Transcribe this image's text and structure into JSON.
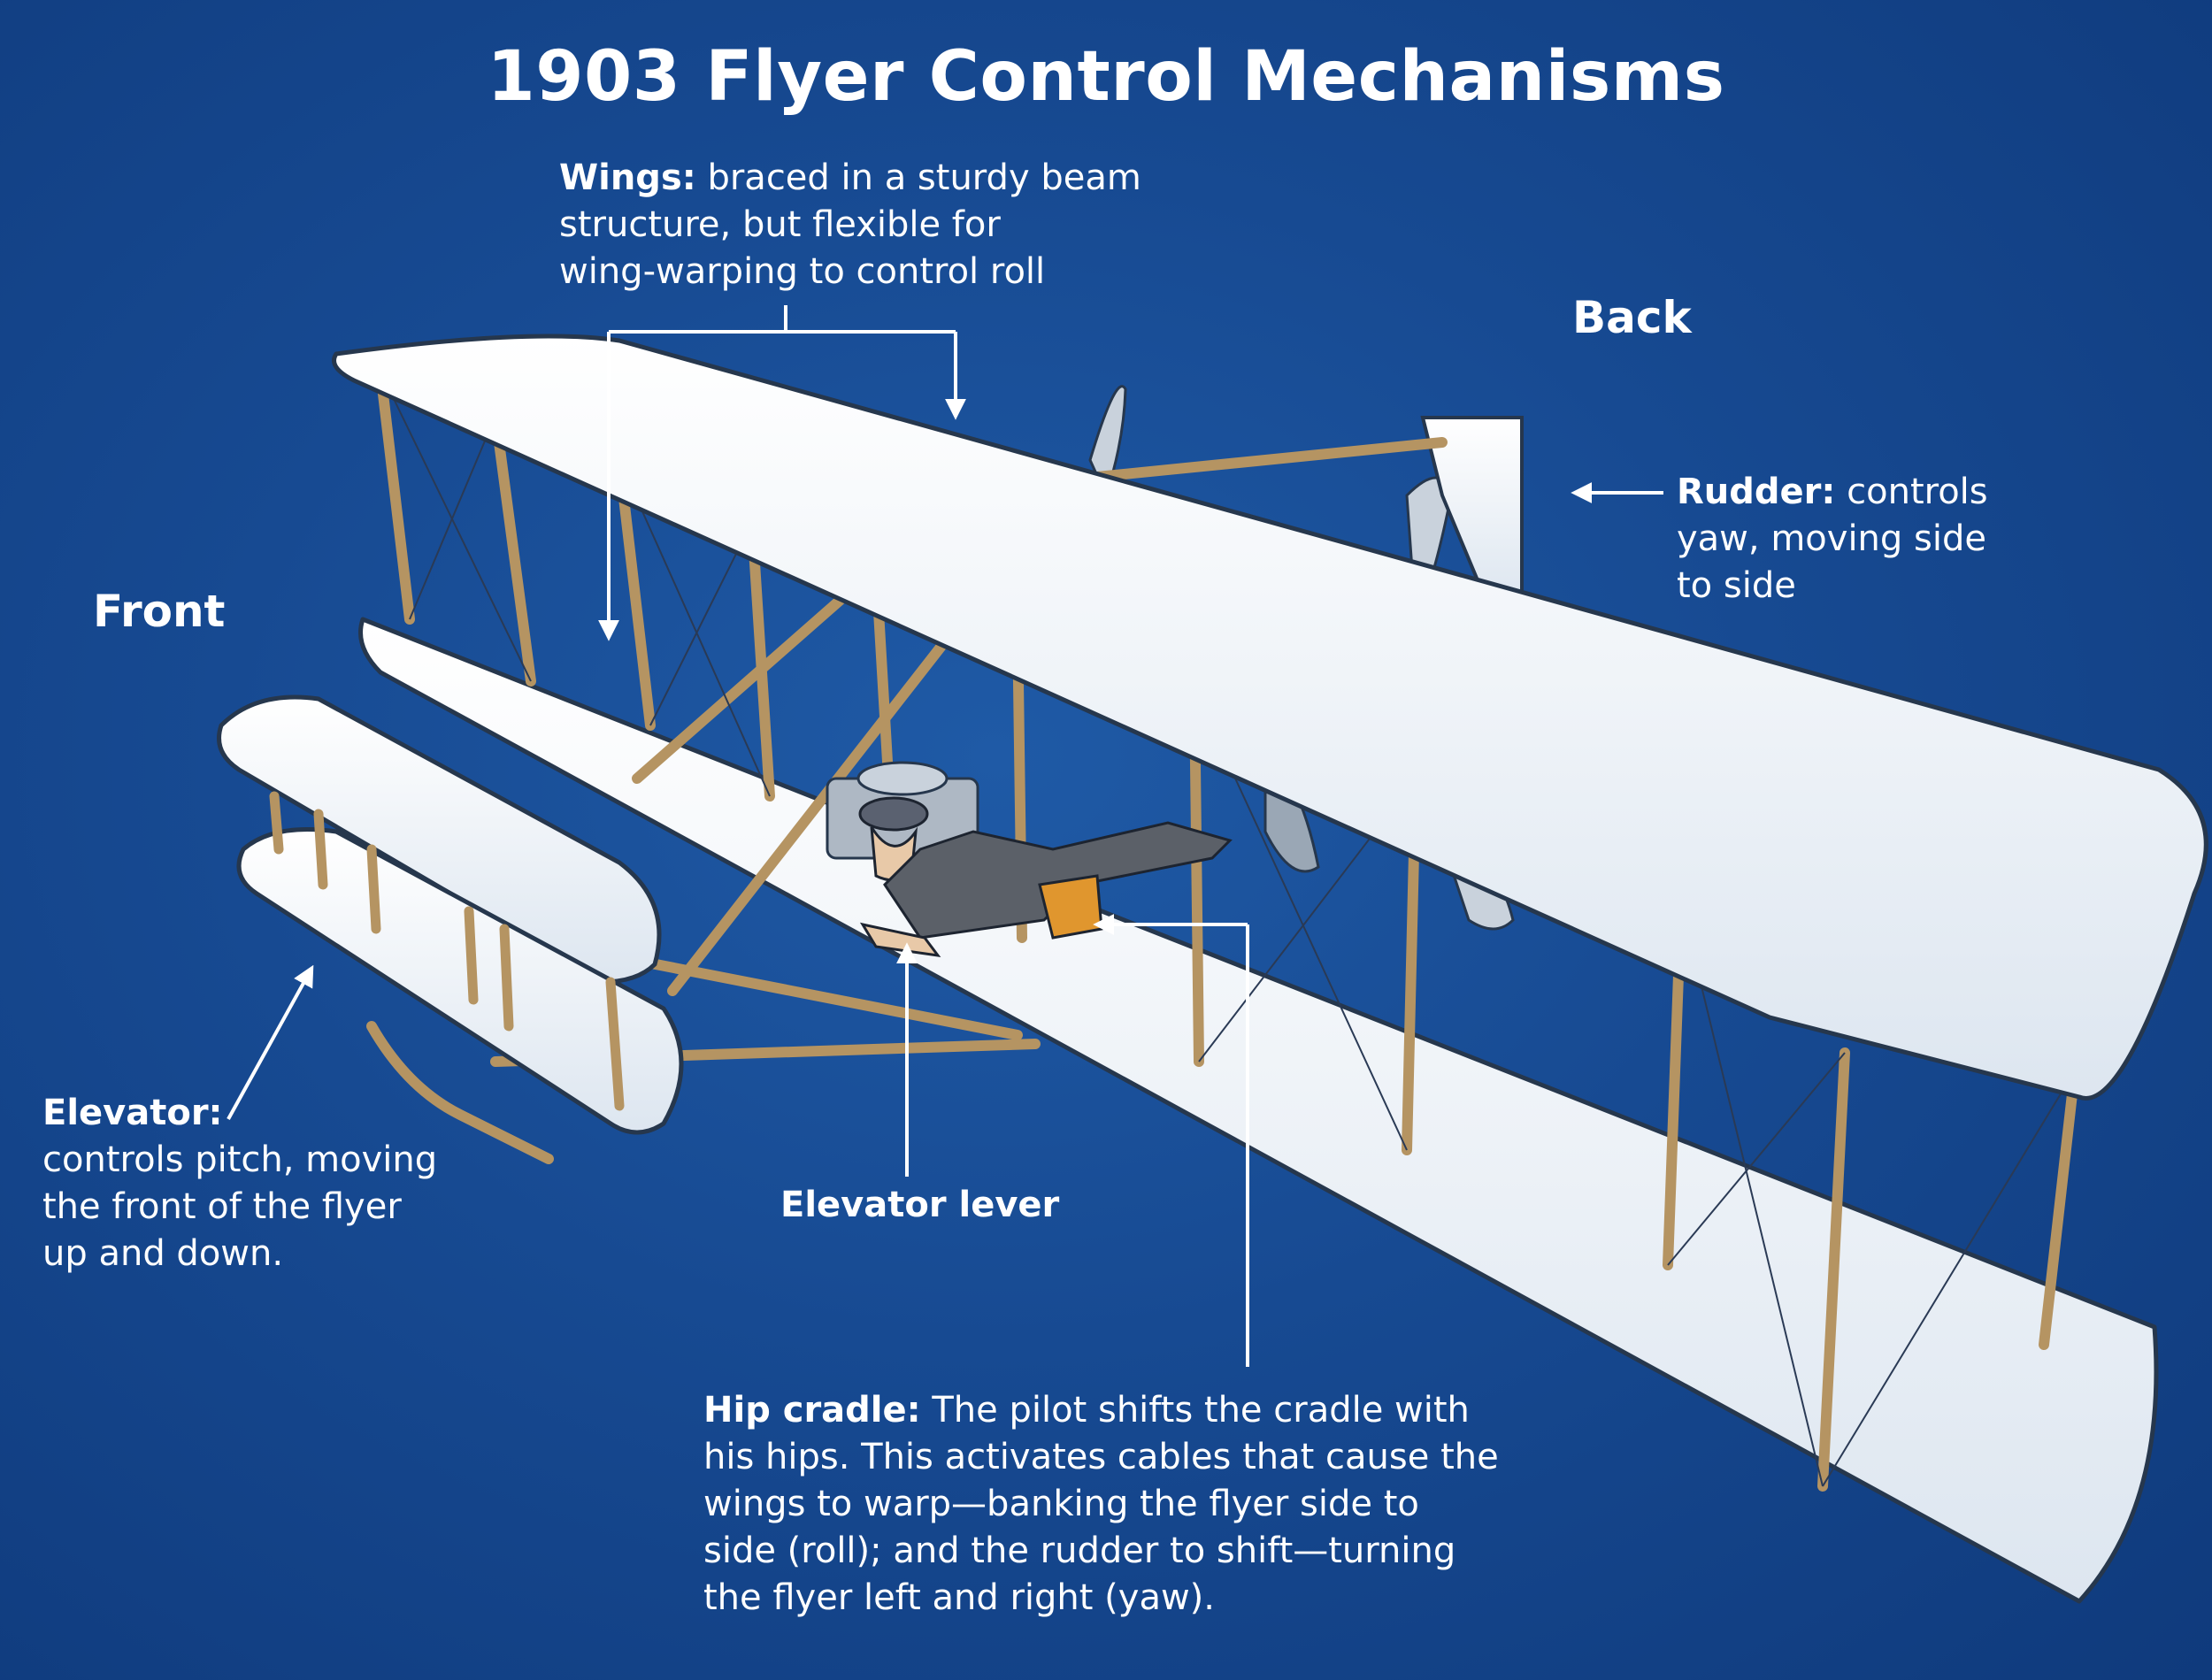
{
  "title": "1903 Flyer Control Mechanisms",
  "orientation": {
    "front": "Front",
    "back": "Back"
  },
  "callouts": {
    "wings": {
      "term": "Wings:",
      "lines": [
        "braced in a sturdy beam",
        "structure, but flexible for",
        "wing-warping to control roll"
      ]
    },
    "rudder": {
      "term": "Rudder:",
      "lines": [
        "controls",
        "yaw, moving side",
        "to side"
      ]
    },
    "elevator": {
      "term": "Elevator:",
      "lines": [
        "controls pitch, moving",
        "the front of the flyer",
        "up and down."
      ]
    },
    "elevator_lever": {
      "term": "Elevator lever"
    },
    "hip_cradle": {
      "term": "Hip cradle:",
      "lines": [
        "The pilot shifts the cradle with",
        "his hips. This activates cables that cause the",
        "wings to warp—banking the flyer side to",
        "side (roll); and the rudder to shift—turning",
        "the flyer left and right (yaw)."
      ]
    }
  },
  "colors": {
    "background": "#174a92",
    "wing": "#f4f7fb",
    "strut": "#b59462",
    "arrow": "#ffffff",
    "text": "#ffffff"
  }
}
